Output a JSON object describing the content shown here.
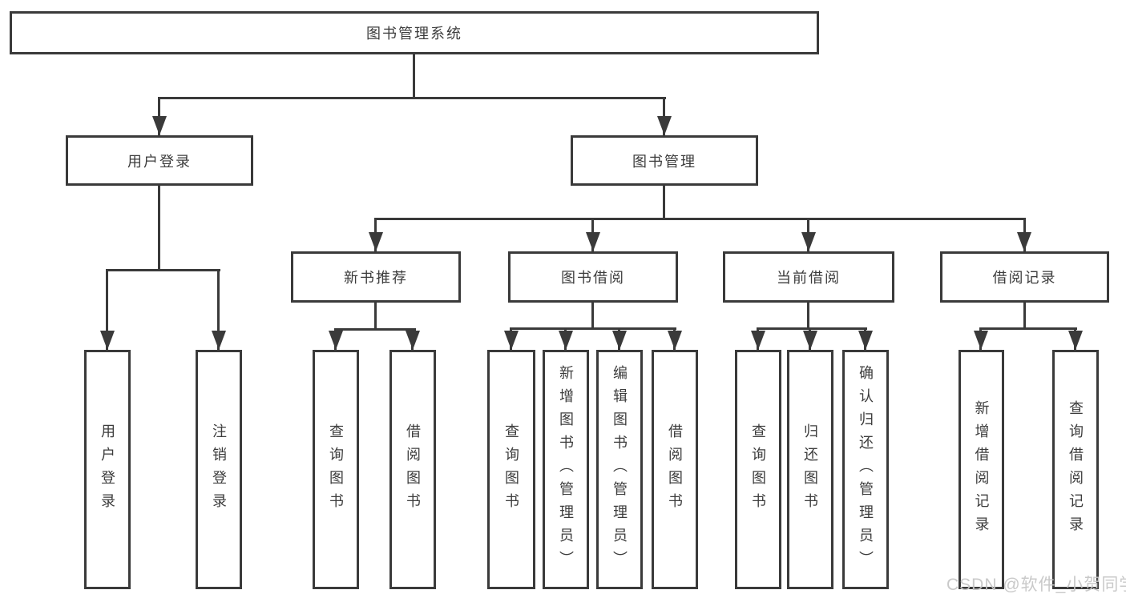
{
  "colors": {
    "line": "#3a3a3a",
    "box_border": "#3a3a3a",
    "text": "#3c3c3c",
    "background": "#ffffff",
    "watermark": "#c6c6c6"
  },
  "tree": {
    "root": {
      "label": "图书管理系统",
      "children": [
        {
          "label": "用户登录",
          "children": [
            {
              "label": "用户登录"
            },
            {
              "label": "注销登录"
            }
          ]
        },
        {
          "label": "图书管理",
          "children": [
            {
              "label": "新书推荐",
              "children": [
                {
                  "label": "查询图书"
                },
                {
                  "label": "借阅图书"
                }
              ]
            },
            {
              "label": "图书借阅",
              "children": [
                {
                  "label": "查询图书"
                },
                {
                  "label": "新增图书（管理员）"
                },
                {
                  "label": "编辑图书（管理员）"
                },
                {
                  "label": "借阅图书"
                }
              ]
            },
            {
              "label": "当前借阅",
              "children": [
                {
                  "label": "查询图书"
                },
                {
                  "label": "归还图书"
                },
                {
                  "label": "确认归还（管理员）"
                }
              ]
            },
            {
              "label": "借阅记录",
              "children": [
                {
                  "label": "新增借阅记录"
                },
                {
                  "label": "查询借阅记录"
                }
              ]
            }
          ]
        }
      ]
    }
  },
  "watermark": {
    "text": "CSDN @软件_小贺同学"
  }
}
